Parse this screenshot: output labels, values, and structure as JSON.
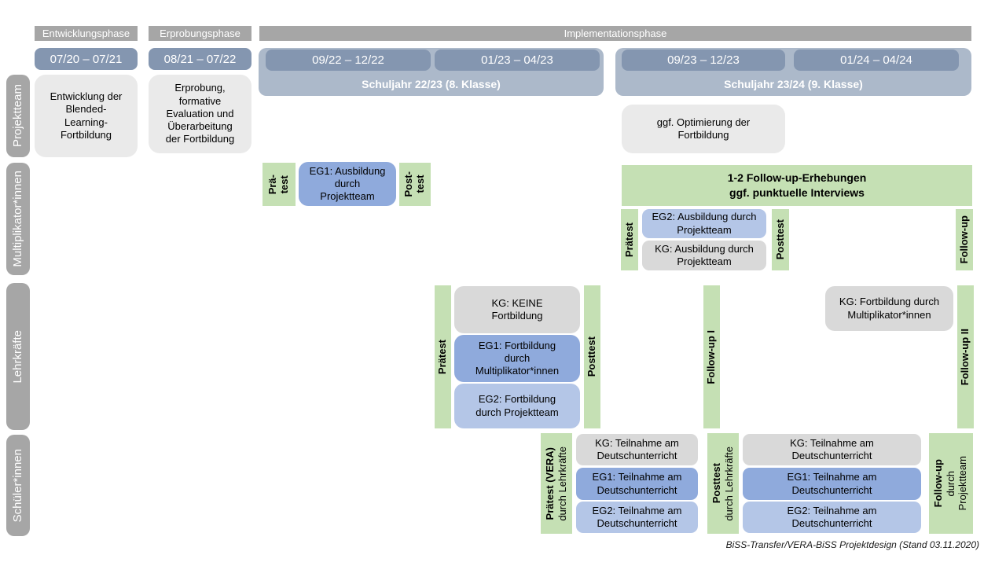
{
  "colors": {
    "phase-gray": "#a6a6a6",
    "date-blue": "#8496b0",
    "band-blue": "#acb9ca",
    "box-gray": "#eaeaea",
    "kg-gray": "#d9d9d9",
    "eg1-blue": "#8faadc",
    "eg2-blue": "#b4c6e7",
    "green": "#c5e0b4"
  },
  "header": {
    "phases": {
      "entwicklung": "Entwicklungsphase",
      "erprobung": "Erprobungsphase",
      "implementation": "Implementationsphase"
    },
    "dates": {
      "d1": "07/20 – 07/21",
      "d2": "08/21 – 07/22",
      "d3": "09/22 – 12/22",
      "d4": "01/23 – 04/23",
      "d5": "09/23 – 12/23",
      "d6": "01/24 – 04/24"
    },
    "schuljahr_2223": "Schuljahr 22/23 (8. Klasse)",
    "schuljahr_2324": "Schuljahr 23/24 (9. Klasse)"
  },
  "rows": {
    "projektteam": {
      "label": "Projektteam",
      "box_entwicklung": "Entwicklung der\nBlended-\nLearning-\nFortbildung",
      "box_erprobung": "Erprobung,\nformative\nEvaluation und\nÜberarbeitung\nder Fortbildung",
      "box_optimierung": "ggf. Optimierung der\nFortbildung"
    },
    "multiplikatoren": {
      "label": "Multiplikator*innen",
      "praetest_split": "Prä-\ntest",
      "eg1": "EG1: Ausbildung\ndurch\nProjektteam",
      "posttest_split": "Post-\ntest",
      "followup_box": "1-2 Follow-up-Erhebungen\nggf. punktuelle Interviews",
      "praetest": "Prätest",
      "eg2": "EG2: Ausbildung durch\nProjektteam",
      "kg": "KG: Ausbildung durch\nProjektteam",
      "posttest": "Posttest",
      "followup": "Follow-up"
    },
    "lehrkraefte": {
      "label": "Lehrkräfte",
      "praetest": "Prätest",
      "kg": "KG: KEINE\nFortbildung",
      "eg1": "EG1: Fortbildung\ndurch\nMultiplikator*innen",
      "eg2": "EG2: Fortbildung\ndurch Projektteam",
      "posttest": "Posttest",
      "followup1": "Follow-up I",
      "kg2": "KG: Fortbildung durch\nMultiplikator*innen",
      "followup2": "Follow-up II"
    },
    "schueler": {
      "label": "Schüler*innen",
      "praetest_main": "Prätest (VERA)",
      "praetest_sub": "durch Lehrkräfte",
      "kg": "KG: Teilnahme am\nDeutschunterricht",
      "eg1": "EG1: Teilnahme am\nDeutschunterricht",
      "eg2": "EG2: Teilnahme am\nDeutschunterricht",
      "posttest_main": "Posttest",
      "posttest_sub": "durch Lehrkräfte",
      "followup_main": "Follow-up",
      "followup_sub1": "durch",
      "followup_sub2": "Projektteam"
    }
  },
  "caption": "BiSS-Transfer/VERA-BiSS Projektdesign (Stand 03.11.2020)"
}
